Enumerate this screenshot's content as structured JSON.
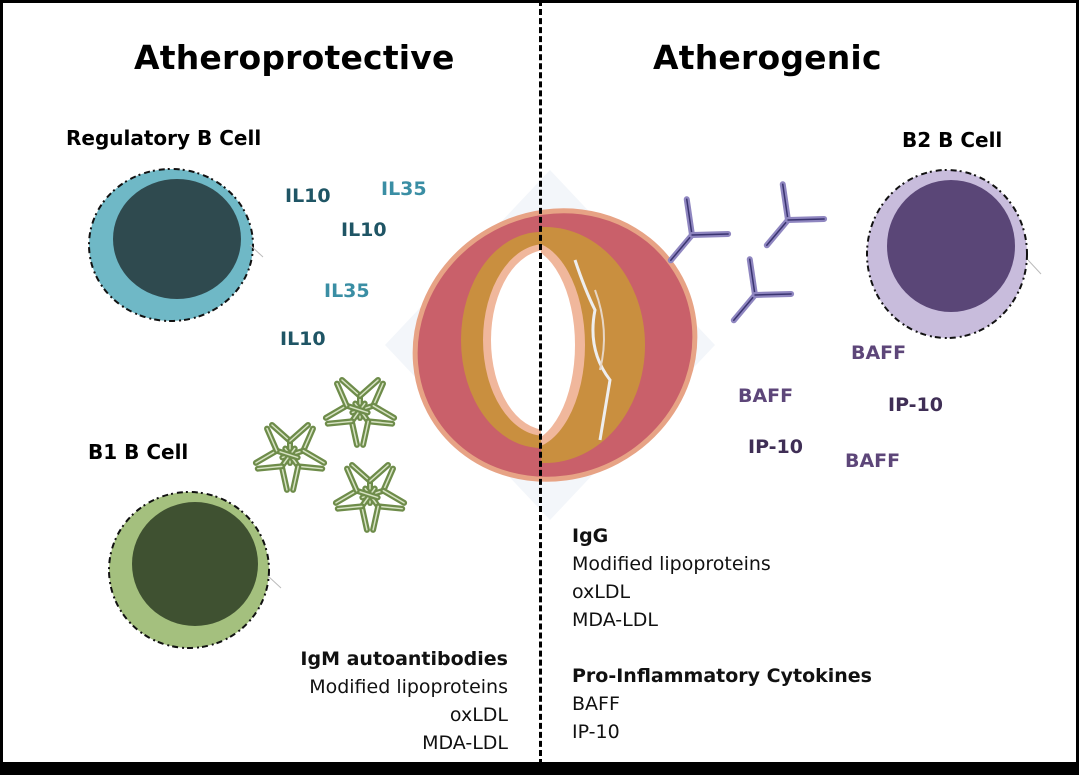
{
  "figure": {
    "left_panel": {
      "title": "Atheroprotective",
      "cells": [
        {
          "label": "Regulatory B Cell",
          "rim_color": "#6fb8c6",
          "core_color": "#2f4a4f"
        },
        {
          "label": "B1 B Cell",
          "rim_color": "#a4c07e",
          "core_color": "#3f5131"
        }
      ],
      "cytokines": [
        "IL10",
        "IL35",
        "IL10",
        "IL35",
        "IL10"
      ],
      "antibody_type": "IgM pentamer",
      "summary": {
        "heading": "IgM autoantibodies",
        "lines": [
          "Modified lipoproteins",
          "oxLDL",
          "MDA-LDL"
        ]
      }
    },
    "right_panel": {
      "title": "Atherogenic",
      "cells": [
        {
          "label": "B2 B Cell",
          "rim_color": "#c8bcdc",
          "core_color": "#5a4677"
        }
      ],
      "cytokines": [
        "BAFF",
        "IP-10",
        "BAFF",
        "IP-10",
        "BAFF"
      ],
      "antibody_type": "IgG monomer",
      "summary_igg": {
        "heading": "IgG",
        "lines": [
          "Modified lipoproteins",
          "oxLDL",
          "MDA-LDL"
        ]
      },
      "summary_cytokines": {
        "heading": "Pro-Inflammatory Cytokines",
        "lines": [
          "BAFF",
          "IP-10"
        ]
      }
    },
    "artery": {
      "label": "artery-cross-section",
      "wall_color": "#c9606a",
      "plaque_color": "#c98f3f"
    },
    "colors": {
      "il10": "#1f5565",
      "il35": "#3a8ea4",
      "baff": "#5d4679",
      "ip10": "#3f2e55",
      "igm": "#6e8c4a",
      "igg": "#8f86c0"
    }
  }
}
